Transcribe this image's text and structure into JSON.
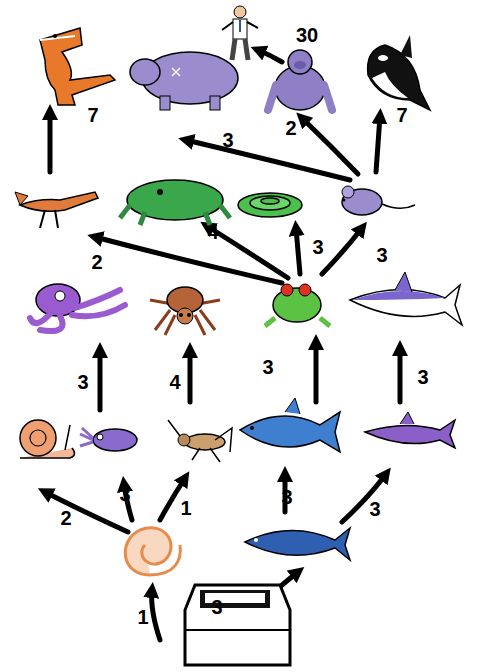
{
  "diagram": {
    "labels": [
      "30",
      "7",
      "3",
      "2",
      "7",
      "2",
      "4",
      "3",
      "3",
      "3",
      "4",
      "3",
      "3",
      "2",
      "3",
      "1",
      "3",
      "3",
      "1",
      "3"
    ]
  }
}
